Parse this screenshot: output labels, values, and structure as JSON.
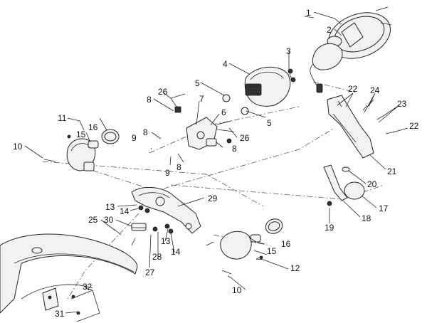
{
  "callouts": {
    "c1": "1",
    "c2": "2",
    "c3": "3",
    "c4": "4",
    "c5a": "5",
    "c5b": "5",
    "c6": "6",
    "c7": "7",
    "c8a": "8",
    "c8b": "8",
    "c8c": "8",
    "c8d": "8",
    "c9a": "9",
    "c9b": "9",
    "c10a": "10",
    "c10b": "10",
    "c11": "11",
    "c12": "12",
    "c13a": "13",
    "c13b": "13",
    "c14a": "14",
    "c14b": "14",
    "c15a": "15",
    "c15b": "15",
    "c16a": "16",
    "c16b": "16",
    "c17": "17",
    "c18": "18",
    "c19": "19",
    "c20": "20",
    "c21": "21",
    "c22a": "22",
    "c22b": "22",
    "c23": "23",
    "c24": "24",
    "c25": "25",
    "c26a": "26",
    "c26b": "26",
    "c27": "27",
    "c28": "28",
    "c29": "29",
    "c30": "30",
    "c31": "31",
    "c32": "32"
  }
}
